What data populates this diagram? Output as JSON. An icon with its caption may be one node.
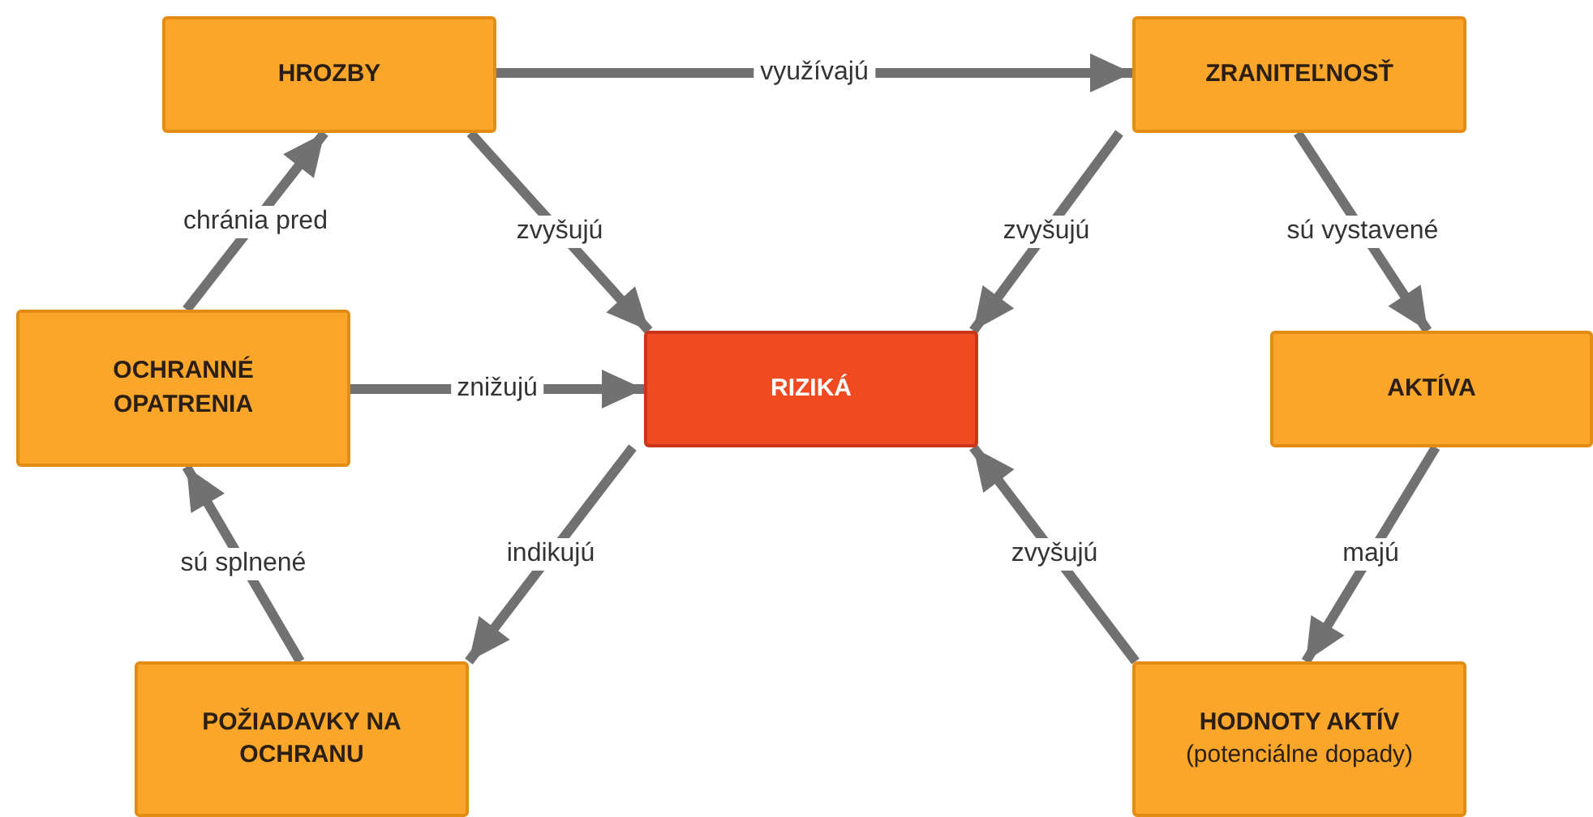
{
  "diagram": {
    "nodes": [
      {
        "text": [
          "HROZBY"
        ]
      },
      {
        "text": [
          "ZRANITEĽNOSŤ"
        ]
      },
      {
        "text": [
          "OCHRANNÉ OPATRENIA"
        ]
      },
      {
        "text": [
          "RIZIKÁ"
        ]
      },
      {
        "text": [
          "AKTÍVA"
        ]
      },
      {
        "text": [
          "POŽIADAVKY NA OCHRANU"
        ]
      },
      {
        "text": [
          "HODNOTY AKTÍV",
          "(potenciálne dopady)"
        ]
      }
    ],
    "edges": [
      {
        "from": 0,
        "to": 1,
        "arrow": "to",
        "label": "využívajú"
      },
      {
        "from": 0,
        "to": 3,
        "arrow": "to",
        "label": "zvyšujú"
      },
      {
        "from": 1,
        "to": 3,
        "arrow": "to",
        "label": "zvyšujú"
      },
      {
        "from": 1,
        "to": 4,
        "arrow": "to",
        "label": "sú vystavené"
      },
      {
        "from": 2,
        "to": 0,
        "arrow": "to",
        "label": "chránia pred"
      },
      {
        "from": 2,
        "to": 3,
        "arrow": "to",
        "label": "znižujú"
      },
      {
        "from": 3,
        "to": 5,
        "arrow": "to",
        "label": "indikujú"
      },
      {
        "from": 4,
        "to": 6,
        "arrow": "to",
        "label": "majú"
      },
      {
        "from": 5,
        "to": 2,
        "arrow": "to",
        "label": "sú splnené"
      },
      {
        "from": 6,
        "to": 3,
        "arrow": "to",
        "label": "zvyšujú"
      }
    ]
  }
}
